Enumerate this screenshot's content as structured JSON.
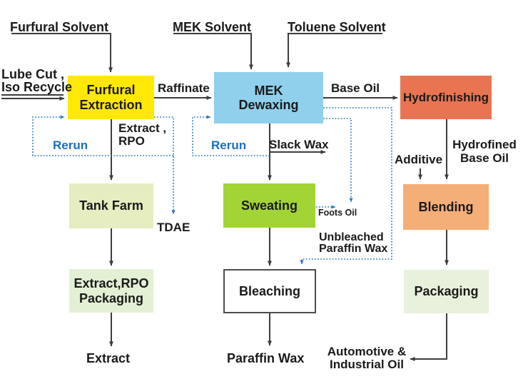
{
  "colors": {
    "solid_line": "#3d3d3d",
    "dotted_line": "#2b76bd",
    "rerun_text": "#1b6fbe",
    "text": "#1a1a1a",
    "bleaching_border": "#4d4d4d"
  },
  "boxes": {
    "furfural_extraction": {
      "label": "Furfural\nExtraction",
      "fill": "#ffe805"
    },
    "mek_dewaxing": {
      "label": "MEK\nDewaxing",
      "fill": "#90d0ec"
    },
    "hydrofinishing": {
      "label": "Hydrofinishing",
      "fill": "#e97452"
    },
    "tank_farm": {
      "label": "Tank Farm",
      "fill": "#e5edc1"
    },
    "sweating": {
      "label": "Sweating",
      "fill": "#a2d435"
    },
    "blending": {
      "label": "Blending",
      "fill": "#f4ae77"
    },
    "extract_rpo_packaging": {
      "label": "Extract,RPO\nPackaging",
      "fill": "#e3f0d4"
    },
    "bleaching": {
      "label": "Bleaching",
      "fill": "#ffffff"
    },
    "packaging": {
      "label": "Packaging",
      "fill": "#e8f1dc"
    }
  },
  "labels": {
    "furfural_solvent": "Furfural Solvent",
    "mek_solvent": "MEK Solvent",
    "toluene_solvent": "Toluene Solvent",
    "lube_cut": "Lube Cut ,\nIso Recycle",
    "raffinate": "Raffinate",
    "base_oil": "Base Oil",
    "extract_rpo": "Extract ,\nRPO",
    "rerun_left": "Rerun",
    "rerun_mid": "Rerun",
    "slack_wax": "Slack Wax",
    "tdae": "TDAE",
    "foots_oil": "Foots Oil",
    "unbleached_paraffin_wax": "Unbleached\nParaffin Wax",
    "additive": "Additive",
    "hydrofined_base_oil": "Hydrofined\nBase Oil",
    "extract_out": "Extract",
    "paraffin_wax": "Paraffin Wax",
    "automotive_industrial_oil": "Automotive &\nIndustrial Oil"
  }
}
